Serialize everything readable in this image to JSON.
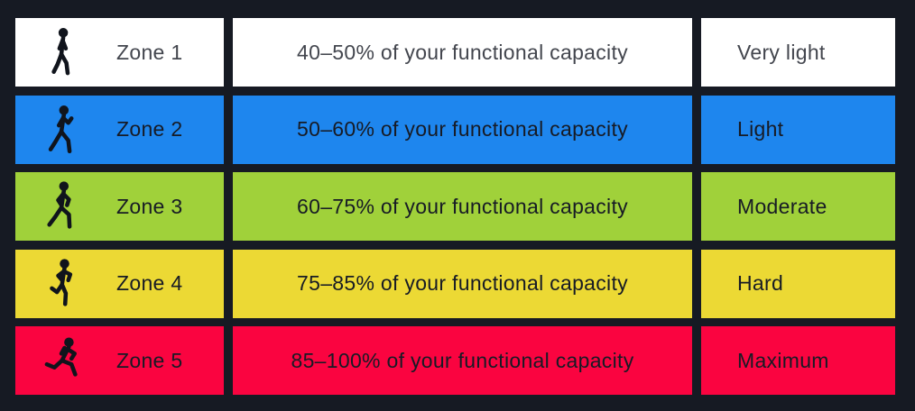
{
  "palette": {
    "page_background": "#161a23",
    "icon_color": "#10141c",
    "dark_text": "#171b25",
    "white_row_text": "#43464e"
  },
  "table": {
    "rows": [
      {
        "zone": "Zone 1",
        "description": "40–50% of your functional capacity",
        "intensity": "Very light",
        "bg": "#ffffff",
        "text": "#43464e",
        "icon": "walking-icon"
      },
      {
        "zone": "Zone 2",
        "description": "50–60% of your functional capacity",
        "intensity": "Light",
        "bg": "#1e86ee",
        "text": "#171b25",
        "icon": "walking-fast-icon"
      },
      {
        "zone": "Zone 3",
        "description": "60–75% of your functional capacity",
        "intensity": "Moderate",
        "bg": "#a0d13a",
        "text": "#171b25",
        "icon": "striding-icon"
      },
      {
        "zone": "Zone 4",
        "description": "75–85% of your functional capacity",
        "intensity": "Hard",
        "bg": "#ecd934",
        "text": "#171b25",
        "icon": "jogging-icon"
      },
      {
        "zone": "Zone 5",
        "description": "85–100% of your functional capacity",
        "intensity": "Maximum",
        "bg": "#fa0440",
        "text": "#171b25",
        "icon": "sprinting-icon"
      }
    ]
  },
  "chart_data": {
    "type": "table",
    "columns": [
      "zone",
      "description",
      "intensity"
    ],
    "rows": [
      [
        "Zone 1",
        "40–50% of your functional capacity",
        "Very light"
      ],
      [
        "Zone 2",
        "50–60% of your functional capacity",
        "Light"
      ],
      [
        "Zone 3",
        "60–75% of your functional capacity",
        "Moderate"
      ],
      [
        "Zone 4",
        "75–85% of your functional capacity",
        "Hard"
      ],
      [
        "Zone 5",
        "85–100% of your functional capacity",
        "Maximum"
      ]
    ],
    "row_colors": [
      "#ffffff",
      "#1e86ee",
      "#a0d13a",
      "#ecd934",
      "#fa0440"
    ],
    "background": "#161a23"
  }
}
